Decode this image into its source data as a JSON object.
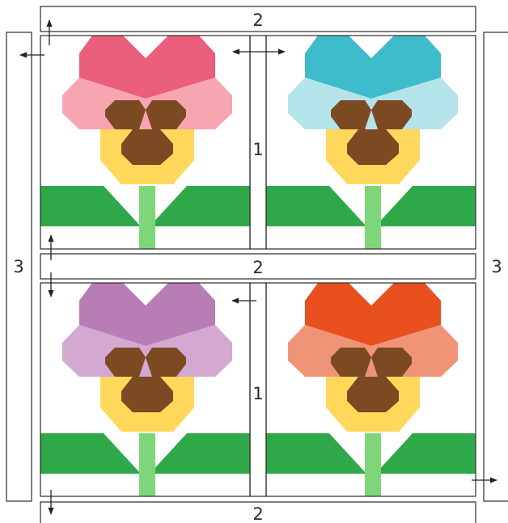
{
  "labels": {
    "sash_horizontal": "2",
    "sash_vertical": "1",
    "border_side": "3"
  },
  "colors": {
    "outline": "#2b2b2b",
    "background": "#ffffff",
    "center_yellow": "#ffd75a",
    "center_brown": "#7b4a23",
    "leaf_green": "#2fa84a",
    "stem_green": "#7fd67a",
    "arrow": "#222222"
  },
  "flowers": [
    {
      "name": "pink-pansy",
      "top": "#ea5f7c",
      "wing": "#f6a5b1"
    },
    {
      "name": "blue-pansy",
      "top": "#3fbccc",
      "wing": "#b5e3ea"
    },
    {
      "name": "purple-pansy",
      "top": "#b97db5",
      "wing": "#d3a8d1"
    },
    {
      "name": "orange-pansy",
      "top": "#e8501f",
      "wing": "#f09477"
    }
  ]
}
